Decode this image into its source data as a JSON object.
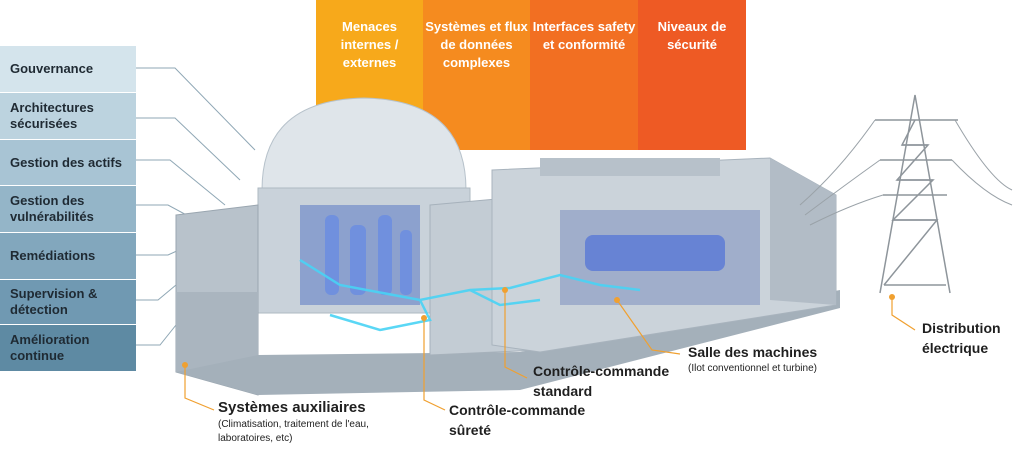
{
  "left_tiers": [
    {
      "label": "Gouvernance"
    },
    {
      "label": "Architectures sécurisées"
    },
    {
      "label": "Gestion des actifs"
    },
    {
      "label": "Gestion des vulnérabilités"
    },
    {
      "label": "Remédiations"
    },
    {
      "label": "Supervision & détection"
    },
    {
      "label": "Amélioration continue"
    }
  ],
  "top_columns": [
    {
      "label": "Menaces internes / externes",
      "color": "#f7a91b"
    },
    {
      "label": "Systèmes et flux de données complexes",
      "color": "#f58b1f"
    },
    {
      "label": "Interfaces safety et conformité",
      "color": "#f26f22"
    },
    {
      "label": "Niveaux de sécurité",
      "color": "#ee5a24"
    }
  ],
  "callouts": {
    "auxiliaires": {
      "title": "Systèmes auxiliaires",
      "subtitle": "(Climatisation, traitement de l'eau, laboratoires, etc)"
    },
    "surete": {
      "title": "Contrôle-commande sûreté"
    },
    "standard": {
      "title": "Contrôle-commande standard"
    },
    "machines": {
      "title": "Salle des machines",
      "subtitle": "(Ilot conventionnel et turbine)"
    },
    "distribution": {
      "title": "Distribution électrique"
    }
  },
  "colors": {
    "accent_orange": "#f0a030",
    "tier_dark": "#5e8aa3",
    "tier_light": "#cfe0e9"
  }
}
